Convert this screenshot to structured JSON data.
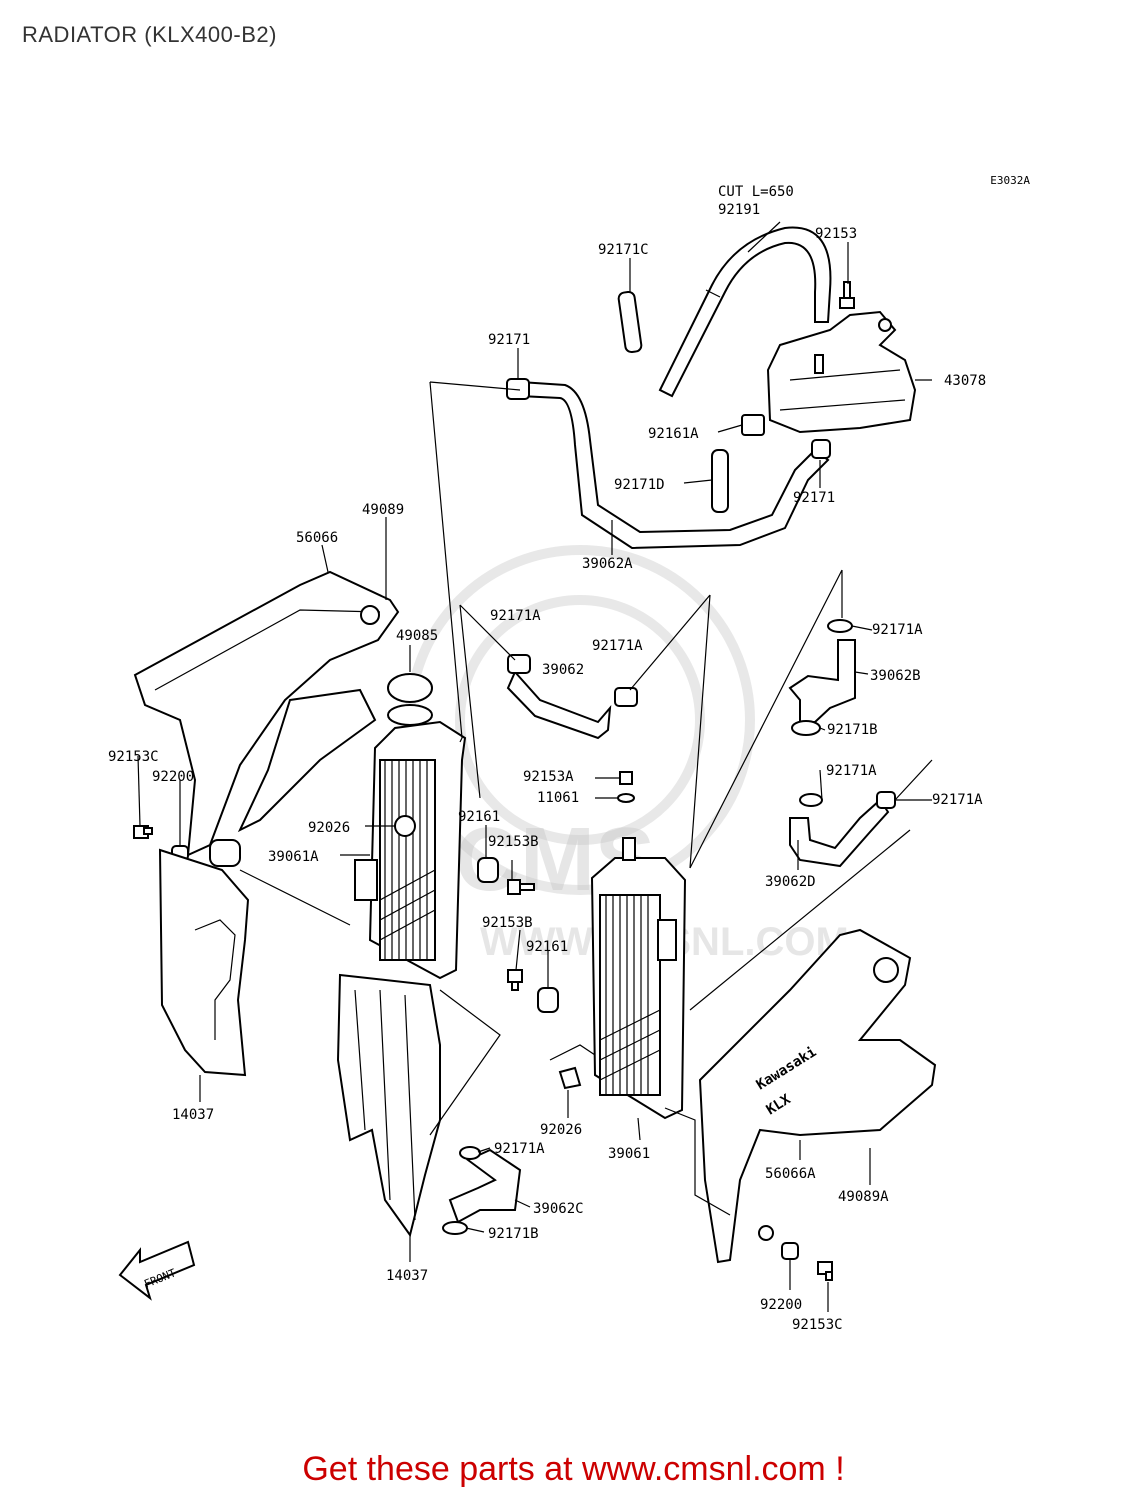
{
  "title": "RADIATOR (KLX400-B2)",
  "figure_code": "E3032A",
  "watermark": {
    "brand": "CMS",
    "url": "WWW.CMSNL.COM"
  },
  "front_arrow_label": "FRONT",
  "shroud_logo": {
    "brand": "Kawasaki",
    "model": "KLX"
  },
  "parts": {
    "cut_note": "CUT L=650",
    "p92191": "92191",
    "p92153_top": "92153",
    "p92171C": "92171C",
    "p92171_top": "92171",
    "p43078": "43078",
    "p92161A": "92161A",
    "p92171D": "92171D",
    "p92171_right": "92171",
    "p39062A": "39062A",
    "p49089": "49089",
    "p56066": "56066",
    "p49085": "49085",
    "p92171A_1": "92171A",
    "p92171A_2": "92171A",
    "p39062": "39062",
    "p92171A_3": "92171A",
    "p39062B": "39062B",
    "p92171B_1": "92171B",
    "p92171A_4": "92171A",
    "p92171A_5": "92171A",
    "p39062D": "39062D",
    "p92153C_left": "92153C",
    "p92200_left": "92200",
    "p92026_left": "92026",
    "p39061A": "39061A",
    "p92161_1": "92161",
    "p92153B_1": "92153B",
    "p92153A": "92153A",
    "p11061": "11061",
    "p92153B_2": "92153B",
    "p92161_2": "92161",
    "p14037_left": "14037",
    "p92026_right": "92026",
    "p39061": "39061",
    "p56066A": "56066A",
    "p49089A": "49089A",
    "p92171A_6": "92171A",
    "p39062C": "39062C",
    "p92171B_2": "92171B",
    "p14037_bottom": "14037",
    "p92200_right": "92200",
    "p92153C_right": "92153C"
  },
  "footer": "Get these parts at www.cmsnl.com !",
  "colors": {
    "footer": "#cc0000",
    "title": "#333333",
    "line": "#000000"
  }
}
